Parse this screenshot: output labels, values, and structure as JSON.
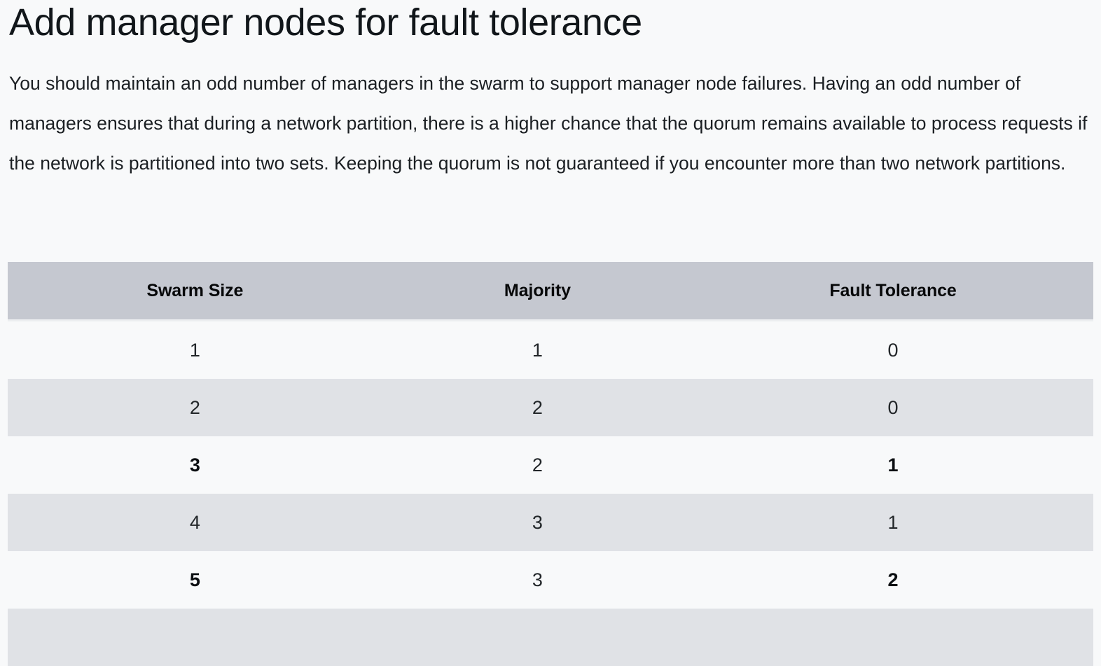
{
  "page": {
    "title": "Add manager nodes for fault tolerance",
    "paragraph": "You should maintain an odd number of managers in the swarm to support manager node failures. Having an odd number of managers ensures that during a network partition, there is a higher chance that the quorum remains available to process requests if the network is partitioned into two sets. Keeping the quorum is not guaranteed if you encounter more than two network partitions."
  },
  "colors": {
    "page_background": "#f8f9fa",
    "table_header_background": "#c5c8d0",
    "table_stripe_background": "#e0e2e6",
    "text": "#1b1f23"
  },
  "table": {
    "columns": [
      "Swarm Size",
      "Majority",
      "Fault Tolerance"
    ],
    "rows": [
      {
        "swarm_size": "1",
        "majority": "1",
        "fault_tolerance": "0",
        "bold": false
      },
      {
        "swarm_size": "2",
        "majority": "2",
        "fault_tolerance": "0",
        "bold": false
      },
      {
        "swarm_size": "3",
        "majority": "2",
        "fault_tolerance": "1",
        "bold": true
      },
      {
        "swarm_size": "4",
        "majority": "3",
        "fault_tolerance": "1",
        "bold": false
      },
      {
        "swarm_size": "5",
        "majority": "3",
        "fault_tolerance": "2",
        "bold": true
      },
      {
        "swarm_size": "",
        "majority": "",
        "fault_tolerance": "",
        "bold": false
      }
    ]
  }
}
